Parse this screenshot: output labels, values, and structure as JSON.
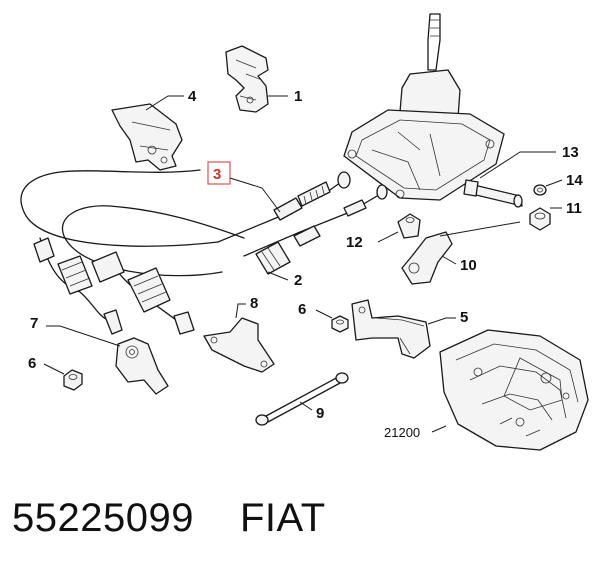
{
  "diagram": {
    "callouts": {
      "c1": "1",
      "c2": "2",
      "c3": "3",
      "c4": "4",
      "c5": "5",
      "c6a": "6",
      "c6b": "6",
      "c7": "7",
      "c8": "8",
      "c9": "9",
      "c10": "10",
      "c11": "11",
      "c12": "12",
      "c13": "13",
      "c14": "14",
      "gearbox": "21200"
    },
    "highlight_color": "#d9534f"
  },
  "footer": {
    "part_number": "55225099",
    "brand": "FIAT"
  }
}
